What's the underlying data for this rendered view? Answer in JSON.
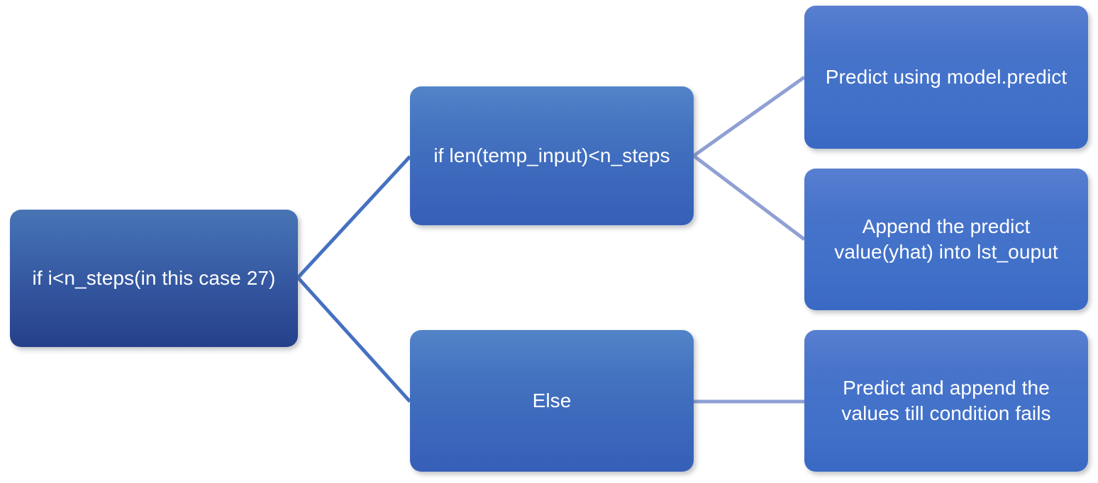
{
  "diagram": {
    "type": "flowchart",
    "title": "",
    "background_color": "#ffffff",
    "nodes": [
      {
        "id": "root",
        "label": "if i<n_steps(in this case 27)",
        "role": "condition",
        "column": 1,
        "fill_top": "#4874B4",
        "fill_bottom": "#25408A",
        "text_color": "#ffffff"
      },
      {
        "id": "cond",
        "label": "if len(temp_input)<n_steps",
        "role": "condition",
        "column": 2,
        "fill_top": "#5384C8",
        "fill_bottom": "#3660B8",
        "text_color": "#ffffff"
      },
      {
        "id": "else",
        "label": "Else",
        "role": "condition",
        "column": 2,
        "fill_top": "#5384C8",
        "fill_bottom": "#3660B8",
        "text_color": "#ffffff"
      },
      {
        "id": "predict",
        "label": "Predict using model.predict",
        "role": "action",
        "column": 3,
        "fill_top": "#587FD0",
        "fill_bottom": "#3A69C4",
        "text_color": "#ffffff"
      },
      {
        "id": "append",
        "label": "Append the predict\nvalue(yhat) into lst_ouput",
        "role": "action",
        "column": 3,
        "fill_top": "#587FD0",
        "fill_bottom": "#3A69C4",
        "text_color": "#ffffff"
      },
      {
        "id": "predict_append",
        "label": "Predict and append the\nvalues till condition fails",
        "role": "action",
        "column": 3,
        "fill_top": "#587FD0",
        "fill_bottom": "#3A69C4",
        "text_color": "#ffffff"
      }
    ],
    "edges": [
      {
        "from": "root",
        "to": "cond",
        "style": "straight",
        "color": "#4571C0"
      },
      {
        "from": "root",
        "to": "else",
        "style": "straight",
        "color": "#4571C0"
      },
      {
        "from": "cond",
        "to": "predict",
        "style": "straight",
        "color": "#8FA0D4"
      },
      {
        "from": "cond",
        "to": "append",
        "style": "straight",
        "color": "#8FA0D4"
      },
      {
        "from": "else",
        "to": "predict_append",
        "style": "straight",
        "color": "#8FA0D4"
      }
    ],
    "colors": {
      "edge_primary": "#4571C0",
      "edge_secondary": "#8FA0D4",
      "node_text": "#ffffff"
    }
  }
}
